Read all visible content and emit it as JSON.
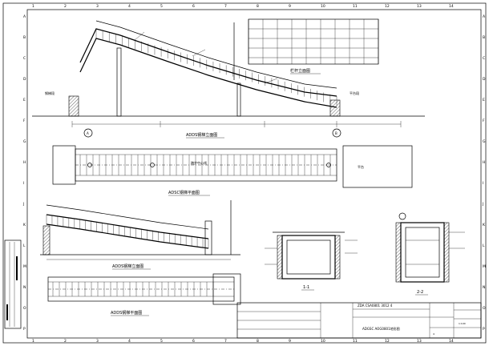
{
  "title_block": {
    "drawing_no": "ZDA CSA0801 3012 4",
    "drawing_title": "ADGSC AOG0801地形图",
    "scale": "1:100",
    "sheet": "4"
  },
  "views": {
    "elevation_title": "ADDS钢梯立面图",
    "railing_title": "栏杆立面图",
    "plan_title": "ADSC钢梯平面图",
    "elevation2_title": "ADDS钢梯立面图",
    "plan2_title": "ADDS钢梯平面图",
    "section1_title": "1-1",
    "section2_title": "2-2"
  },
  "labels": {
    "label_a": "A",
    "label_b": "B",
    "left_note": "钢梯段",
    "right_note": "平台段",
    "plan_note": "踏步中心线",
    "plan_right": "平台"
  },
  "grid": {
    "top": [
      "1",
      "2",
      "3",
      "4",
      "5",
      "6",
      "7",
      "8",
      "9",
      "10",
      "11",
      "12",
      "13",
      "14"
    ],
    "side": [
      "A",
      "B",
      "C",
      "D",
      "E",
      "F",
      "G",
      "H",
      "I",
      "J",
      "K",
      "L",
      "M",
      "N",
      "O",
      "P"
    ]
  },
  "colors": {
    "line": "#000000",
    "background": "#ffffff"
  }
}
